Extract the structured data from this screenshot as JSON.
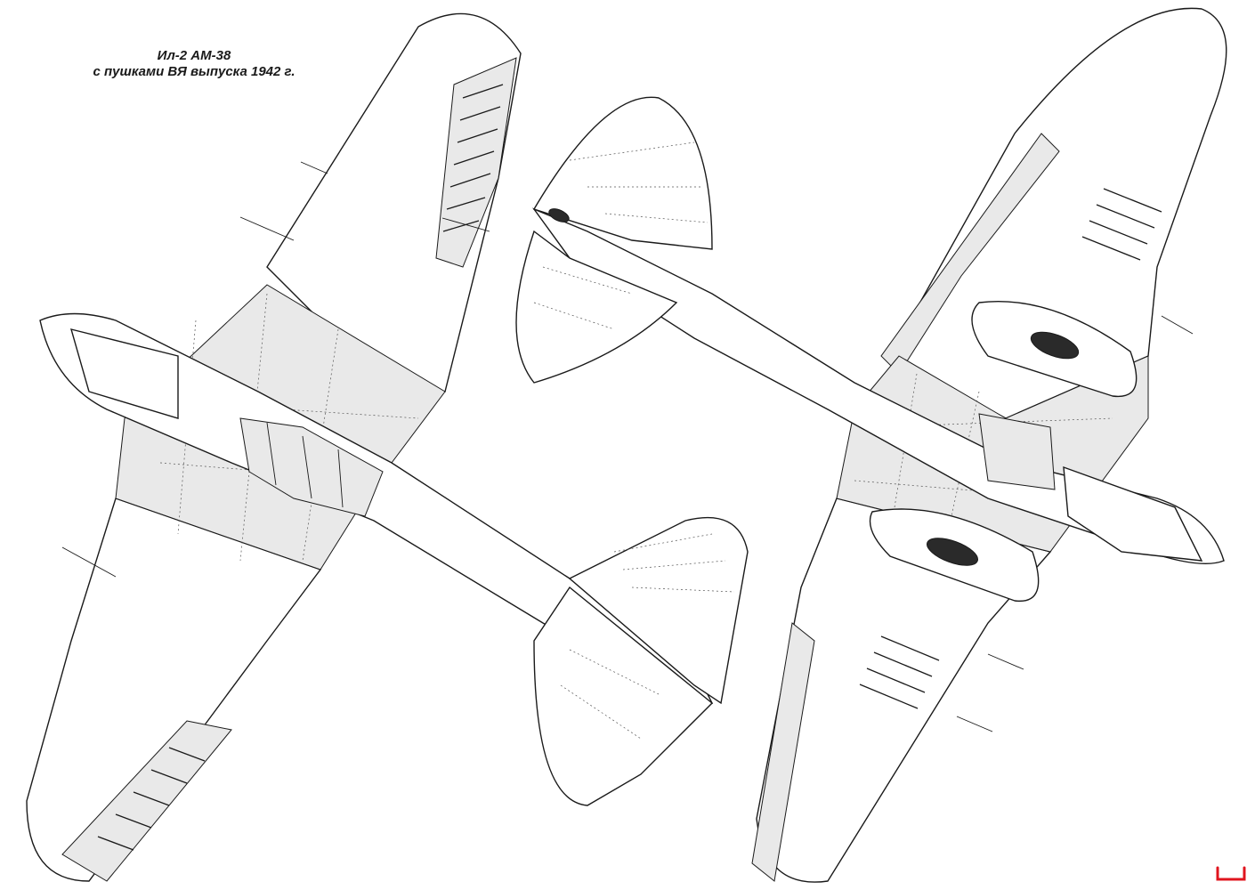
{
  "caption": {
    "line1": "Ил-2 АМ-38",
    "line2": "с пушками ВЯ выпуска 1942 г."
  },
  "views": [
    {
      "name": "underside-view"
    },
    {
      "name": "top-view"
    }
  ],
  "icons": {
    "corner_mark": "red-bracket-icon"
  },
  "colors": {
    "line": "#1a1a1a",
    "panel_shade": "#e9e9e9",
    "corner_mark": "#e0141e"
  }
}
